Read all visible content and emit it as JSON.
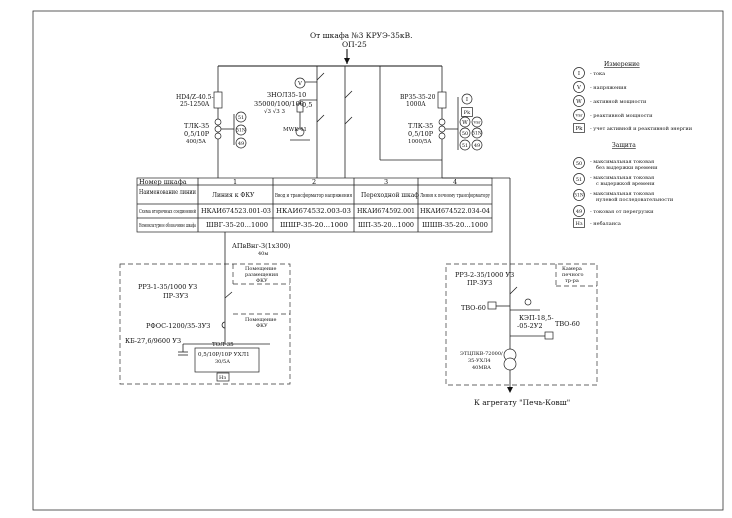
{
  "header": {
    "source_line1": "От шкафа №3 КРУЭ-35кВ.",
    "source_line2": "ОП-25"
  },
  "legend": {
    "measurement_title": "Измерение",
    "measurement_items": [
      {
        "symbol": "I",
        "text": "- тока"
      },
      {
        "symbol": "V",
        "text": "- напряжения"
      },
      {
        "symbol": "W",
        "text": "- активной мощности"
      },
      {
        "symbol": "Vвr",
        "text": "- реактивной мощности"
      },
      {
        "symbol": "Pk",
        "text": "- учет активной и реактивной энергии"
      }
    ],
    "protection_title": "Защита",
    "protection_items": [
      {
        "symbol": "50",
        "text1": "- максимальная токовая",
        "text2": "без выдержки времени"
      },
      {
        "symbol": "51",
        "text1": "- максимальная токовая",
        "text2": "с выдержкой времени"
      },
      {
        "symbol": "51N",
        "text1": "- максимальная токовая",
        "text2": "нулевой последовательности"
      },
      {
        "symbol": "49",
        "text1": "- токовая от перегрузки",
        "text2": ""
      },
      {
        "symbol": "Hз",
        "text1": "- небаланса",
        "text2": ""
      }
    ]
  },
  "feeder1": {
    "breaker": "HD4/Z-40.5-",
    "breaker2": "25-1250A",
    "ct1": "ТЛК-35",
    "ct2": "0,5/10P",
    "ct3": "400/5A",
    "relays": [
      "51",
      "51N",
      "49"
    ]
  },
  "feeder2": {
    "vt1": "ЗНОЛ35-10",
    "vt2": "35000/100/100",
    "vt3": "√3  √3  3",
    "vt_class": "0,5",
    "fuse": "MWK-41",
    "meter": "V"
  },
  "feeder4": {
    "breaker": "ВР35-35-20",
    "breaker2": "1000A",
    "ct1": "ТЛК-35",
    "ct2": "0,5/10P",
    "ct3": "1000/5A",
    "meters": [
      "I",
      "Pk",
      "W",
      "Vвr"
    ],
    "relays": [
      "50",
      "51N",
      "51",
      "49"
    ]
  },
  "table": {
    "header_label": "Номер шкафа",
    "col_numbers": [
      "1",
      "2",
      "3",
      "4"
    ],
    "rows": [
      {
        "label": "Наименование линии",
        "cells": [
          "Линия к ФКУ",
          "Ввод и трансформатор напряжения",
          "Переходной шкаф",
          "Линия к печному трансформатору"
        ]
      },
      {
        "label": "Схема вторичных соединений",
        "cells": [
          "НКАИ674523.001-03",
          "НКАИ674532.003-03",
          "НКАИ674592.001",
          "НКАИ674522.034-04"
        ]
      },
      {
        "label": "Номенклатурное обозначение шкафа",
        "cells": [
          "ШВГ-35-20...1000",
          "ШШР-35-20...1000",
          "ШП-35-20...1000",
          "ШШВ-35-20...1000"
        ]
      }
    ]
  },
  "cable": {
    "type": "АПвВнг-3(1х300)",
    "length": "40м"
  },
  "fku": {
    "room1": "Помещение",
    "room1b": "размещения",
    "room1c": "ФКУ",
    "switch1": "РРЗ-1-35/1000 УЗ",
    "switch2": "ПР-3УЗ",
    "rfos": "РФОС-1200/35-3УЗ",
    "room2": "Помещение",
    "room2b": "ФКУ",
    "cap": "КБ-27,6/9600 УЗ",
    "tol1": "ТОЛ-35",
    "tol2": "0,5/10P/10P УХЛ1",
    "tol3": "30/5А",
    "hz": "Hз"
  },
  "furnace": {
    "switch1": "РРЗ-2-35/1000 УЗ",
    "switch2": "ПР-3УЗ",
    "chamber1": "Камера",
    "chamber2": "печного",
    "chamber3": "тр-ра",
    "tvo_left": "ТВО-60",
    "tvo_right": "ТВО-60",
    "kep1": "КЭП-18,5-",
    "kep2": "-05-2У2",
    "tr1": "ЭТЦПКВ-72000/",
    "tr2": "35-УХЛ4",
    "tr3": "40МВА",
    "dest": "К агрегату \"Печь-Ковш\""
  }
}
